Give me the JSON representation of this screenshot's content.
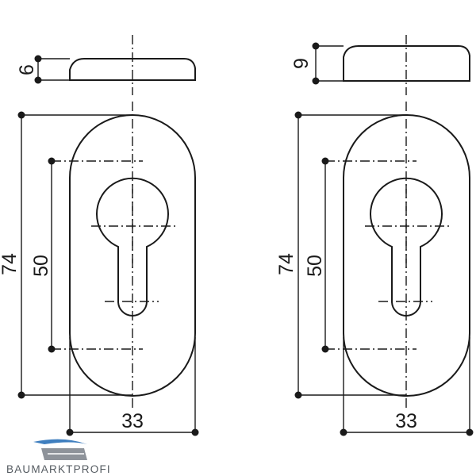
{
  "drawings": [
    {
      "thickness_label": "6",
      "height_label": "74",
      "hole_spacing_label": "50",
      "width_label": "33"
    },
    {
      "thickness_label": "9",
      "height_label": "74",
      "hole_spacing_label": "50",
      "width_label": "33"
    }
  ],
  "logo": {
    "text": "BAUMARKTPROFI",
    "colors": [
      "#3f7fbf",
      "#7a8088"
    ]
  }
}
